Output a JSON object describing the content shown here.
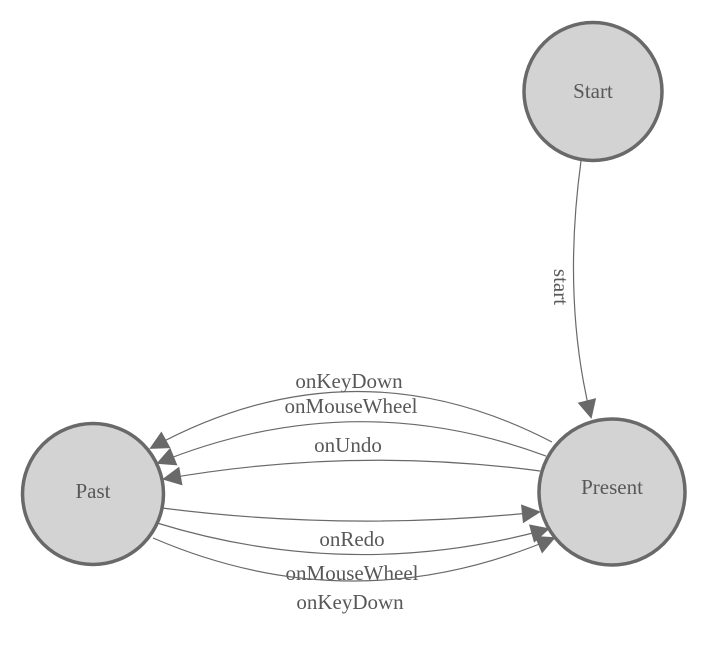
{
  "diagram": {
    "title": "state-machine-diagram",
    "colors": {
      "background": "#ffffff",
      "node_fill": "#d3d3d3",
      "node_stroke": "#696969",
      "edge_stroke": "#696969",
      "arrowhead_fill": "#696969",
      "label_text": "#58585a"
    },
    "nodes": [
      {
        "id": "start",
        "label": "Start"
      },
      {
        "id": "present",
        "label": "Present"
      },
      {
        "id": "past",
        "label": "Past"
      }
    ],
    "transitions": [
      {
        "from": "Start",
        "to": "Present",
        "label": "start"
      },
      {
        "from": "Present",
        "to": "Past",
        "label": "onKeyDown"
      },
      {
        "from": "Present",
        "to": "Past",
        "label": "onMouseWheel"
      },
      {
        "from": "Present",
        "to": "Past",
        "label": "onUndo"
      },
      {
        "from": "Past",
        "to": "Present",
        "label": "onRedo"
      },
      {
        "from": "Past",
        "to": "Present",
        "label": "onMouseWheel"
      },
      {
        "from": "Past",
        "to": "Present",
        "label": "onKeyDown"
      }
    ]
  }
}
